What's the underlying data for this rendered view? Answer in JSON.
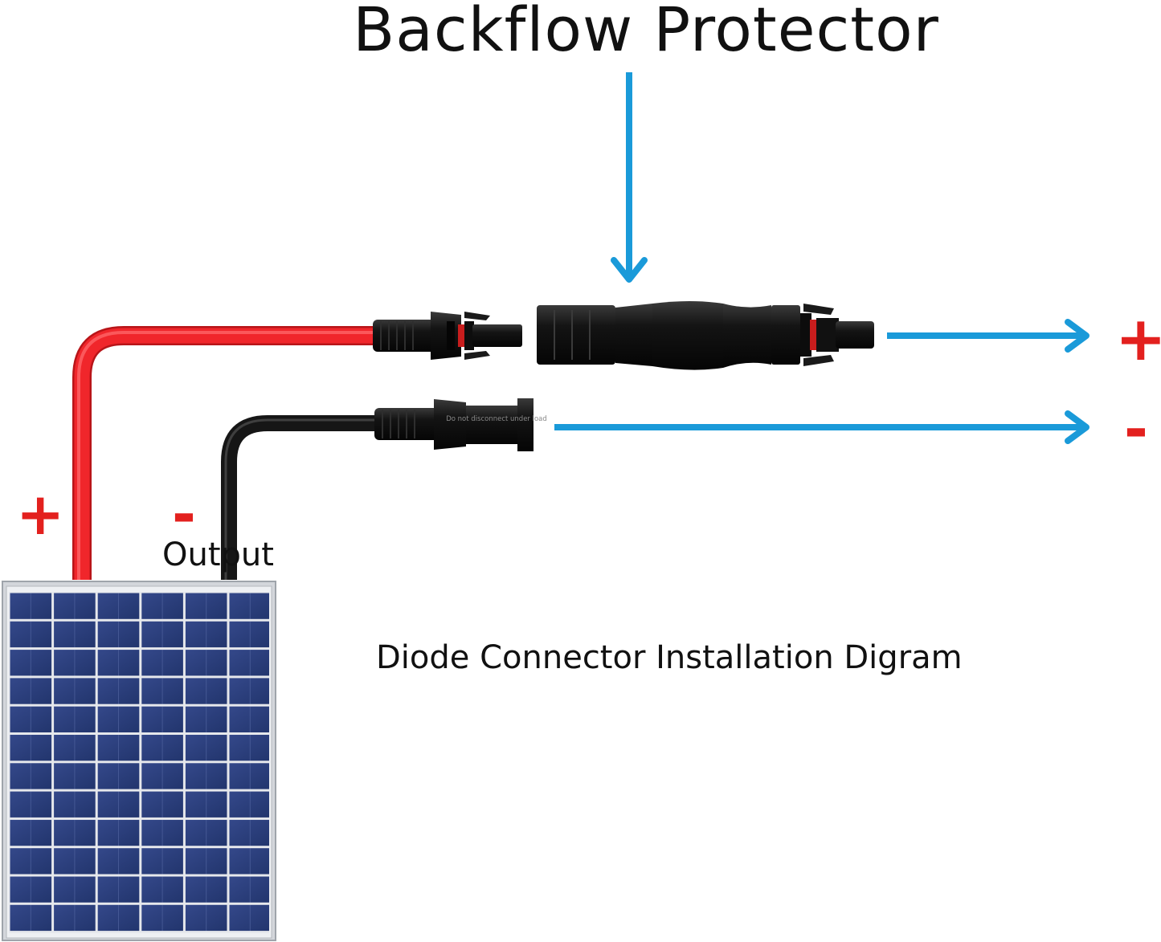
{
  "title": "Backflow Protector",
  "caption": "Diode Connector Installation Digram",
  "panel_label": "Output",
  "connector_marking": "Do not disconnect under load",
  "signs": {
    "panel_positive": "+",
    "panel_negative": "-",
    "out_positive": "+",
    "out_negative": "-"
  },
  "colors": {
    "positive_wire": "#f0262b",
    "negative_wire": "#1a1a1a",
    "arrow": "#1a9ad9",
    "sign": "#e3201e",
    "panel_cell": "#2b3f7c",
    "panel_frame": "#c9cdd2"
  }
}
